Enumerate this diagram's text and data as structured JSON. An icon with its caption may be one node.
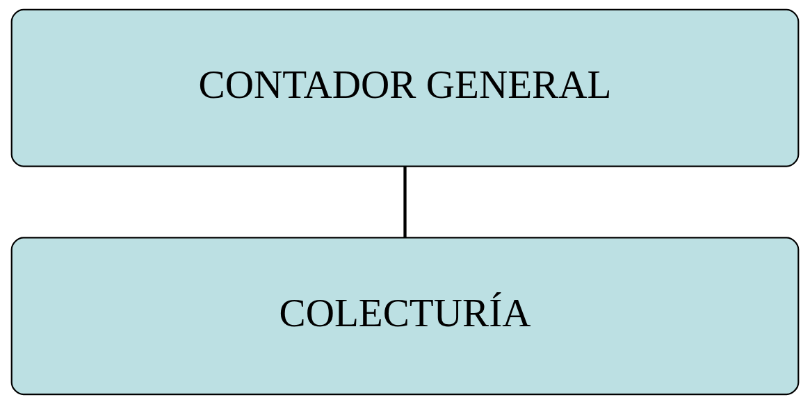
{
  "diagram": {
    "nodes": [
      {
        "text": [
          "CONTADOR GENERAL"
        ]
      },
      {
        "text": [
          "COLECTURÍA"
        ]
      }
    ],
    "edges": [
      {
        "from": 0,
        "to": 1,
        "arrow": "none"
      }
    ]
  }
}
